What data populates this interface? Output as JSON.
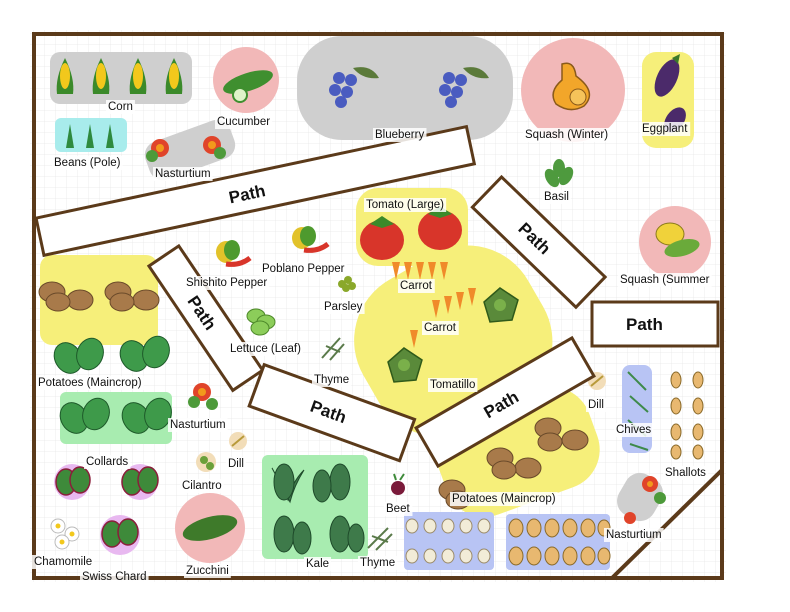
{
  "colors": {
    "border": "#5b3a1a",
    "grid": "#e6e6e6",
    "gray_zone": "#cfcfcf",
    "pink_zone": "#f2b8b8",
    "yellow_zone": "#f6ef7a",
    "green_zone": "#a8ecb0",
    "blue_zone": "#b8c4f4",
    "cyan_zone": "#a8ecec",
    "purple_zone": "#e8b8f0"
  },
  "paths": [
    "Path",
    "Path",
    "Path",
    "Path",
    "Path",
    "Path"
  ],
  "plants": {
    "corn": "Corn",
    "beans_pole": "Beans (Pole)",
    "nasturtium_top": "Nasturtium",
    "cucumber": "Cucumber",
    "blueberry": "Blueberry",
    "squash_winter": "Squash (Winter)",
    "eggplant": "Eggplant",
    "basil": "Basil",
    "tomato_large": "Tomato (Large)",
    "squash_summer": "Squash (Summer",
    "shishito_pepper": "Shishito Pepper",
    "poblano_pepper": "Poblano Pepper",
    "parsley": "Parsley",
    "carrot_1": "Carrot",
    "carrot_2": "Carrot",
    "lettuce_leaf": "Lettuce (Leaf)",
    "thyme_1": "Thyme",
    "tomatillo": "Tomatillo",
    "potatoes_left": "Potatoes (Maincrop)",
    "nasturtium_left": "Nasturtium",
    "collards": "Collards",
    "dill_left": "Dill",
    "cilantro": "Cilantro",
    "dill_right": "Dill",
    "chives": "Chives",
    "shallots": "Shallots",
    "potatoes_right": "Potatoes (Maincrop)",
    "beet": "Beet",
    "chamomile": "Chamomile",
    "swiss_chard": "Swiss Chard",
    "zucchini": "Zucchini",
    "kale": "Kale",
    "thyme_2": "Thyme",
    "nasturtium_right": "Nasturtium"
  }
}
